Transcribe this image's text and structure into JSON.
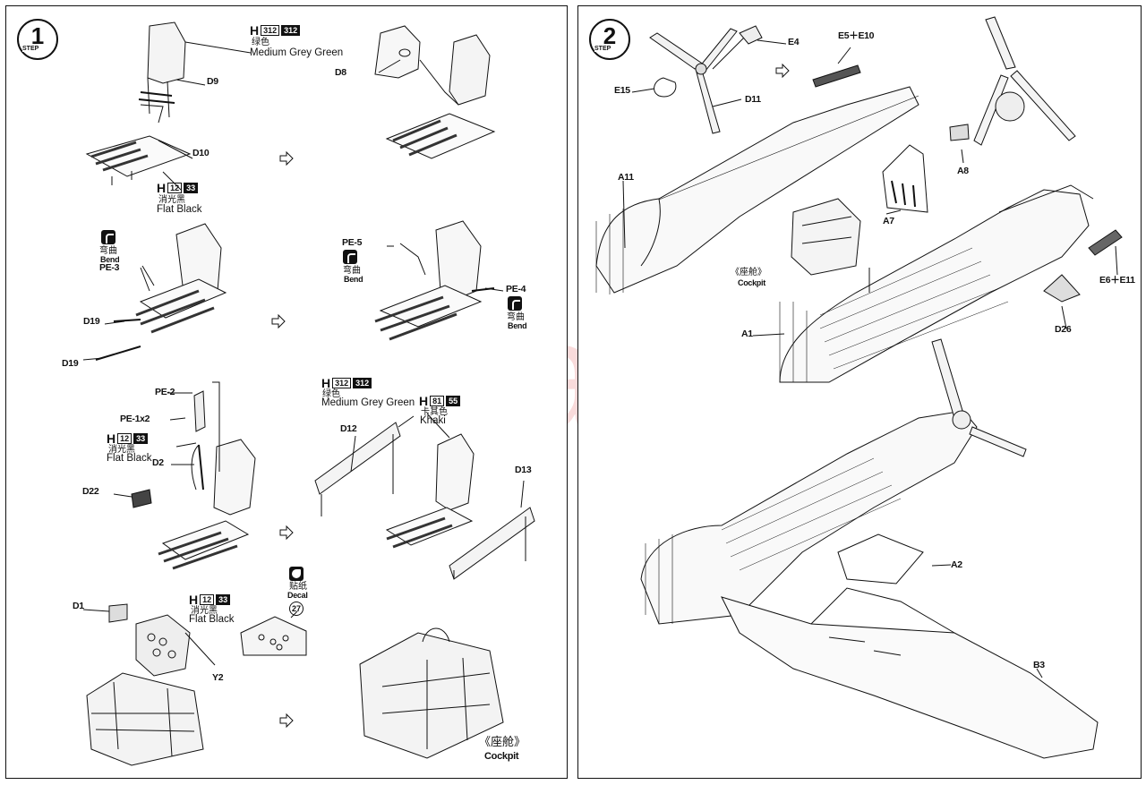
{
  "watermark": "modelartikl.cz",
  "step1": {
    "number": "1",
    "word": "STEP",
    "labels": {
      "d9": "D9",
      "d10": "D10",
      "d8": "D8",
      "pe3": "PE-3",
      "d19a": "D19",
      "d19b": "D19",
      "pe5": "PE-5",
      "pe4": "PE-4",
      "pe2": "PE-2",
      "pe1x2": "PE-1x2",
      "d2": "D2",
      "d22": "D22",
      "d12": "D12",
      "d13": "D13",
      "d1": "D1",
      "y2": "Y2"
    },
    "paint_grey1": {
      "h": "H",
      "code1": "312",
      "code2": "312",
      "cn": "绿色",
      "en": "Medium Grey Green"
    },
    "paint_black1": {
      "h": "H",
      "code1": "12",
      "code2": "33",
      "cn": "消光黑",
      "en": "Flat Black"
    },
    "paint_black2": {
      "h": "H",
      "code1": "12",
      "code2": "33",
      "cn": "消光黑",
      "en": "Flat Black"
    },
    "paint_grey2": {
      "h": "H",
      "code1": "312",
      "code2": "312",
      "cn": "绿色",
      "en": "Medium Grey Green"
    },
    "paint_khaki": {
      "h": "H",
      "code1": "81",
      "code2": "55",
      "cn": "卡其色",
      "en": "Khaki"
    },
    "paint_black3": {
      "h": "H",
      "code1": "12",
      "code2": "33",
      "cn": "消光黑",
      "en": "Flat Black"
    },
    "bend1": {
      "cn": "弯曲",
      "en": "Bend"
    },
    "bend2": {
      "cn": "弯曲",
      "en": "Bend"
    },
    "bend3": {
      "cn": "弯曲",
      "en": "Bend"
    },
    "decal": {
      "cn": "贴纸",
      "en": "Decal",
      "num": "27"
    },
    "cockpit": {
      "cn": "《座舱》",
      "en": "Cockpit"
    }
  },
  "step2": {
    "number": "2",
    "word": "STEP",
    "labels": {
      "e4": "E4",
      "e5e10": "E5＋E10",
      "e15": "E15",
      "d11": "D11",
      "a11": "A11",
      "a8": "A8",
      "a7": "A7",
      "e6e11": "E6＋E11",
      "d26": "D26",
      "a1": "A1",
      "a2": "A2",
      "b3": "B3"
    },
    "cockpit": {
      "cn": "《座舱》",
      "en": "Cockpit"
    }
  }
}
